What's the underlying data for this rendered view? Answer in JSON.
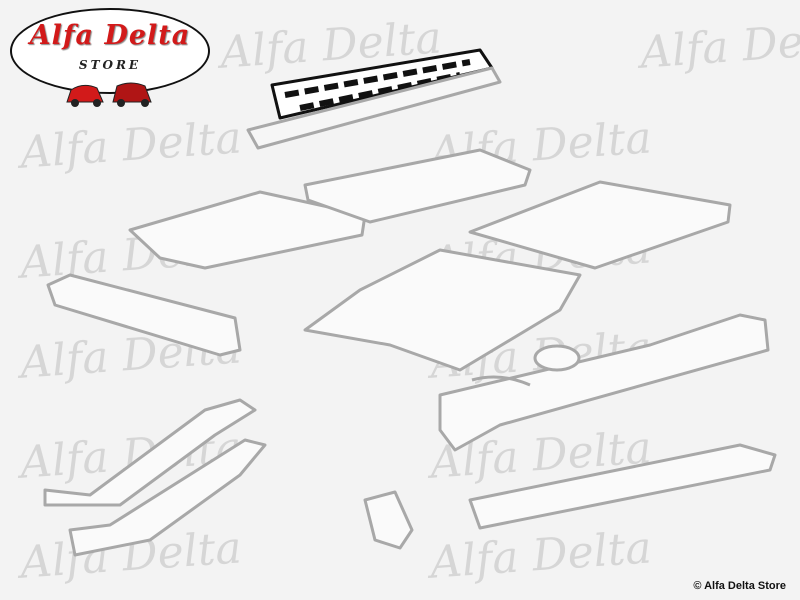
{
  "logo": {
    "title": "Alfa Delta",
    "subtitle": "STORE"
  },
  "watermark": "Alfa Delta",
  "copyright": "© Alfa Delta Store",
  "colors": {
    "highlight": "#111111",
    "part": "#a8a8a8",
    "logo_red": "#d21a1a",
    "background": "#f3f3f3"
  }
}
